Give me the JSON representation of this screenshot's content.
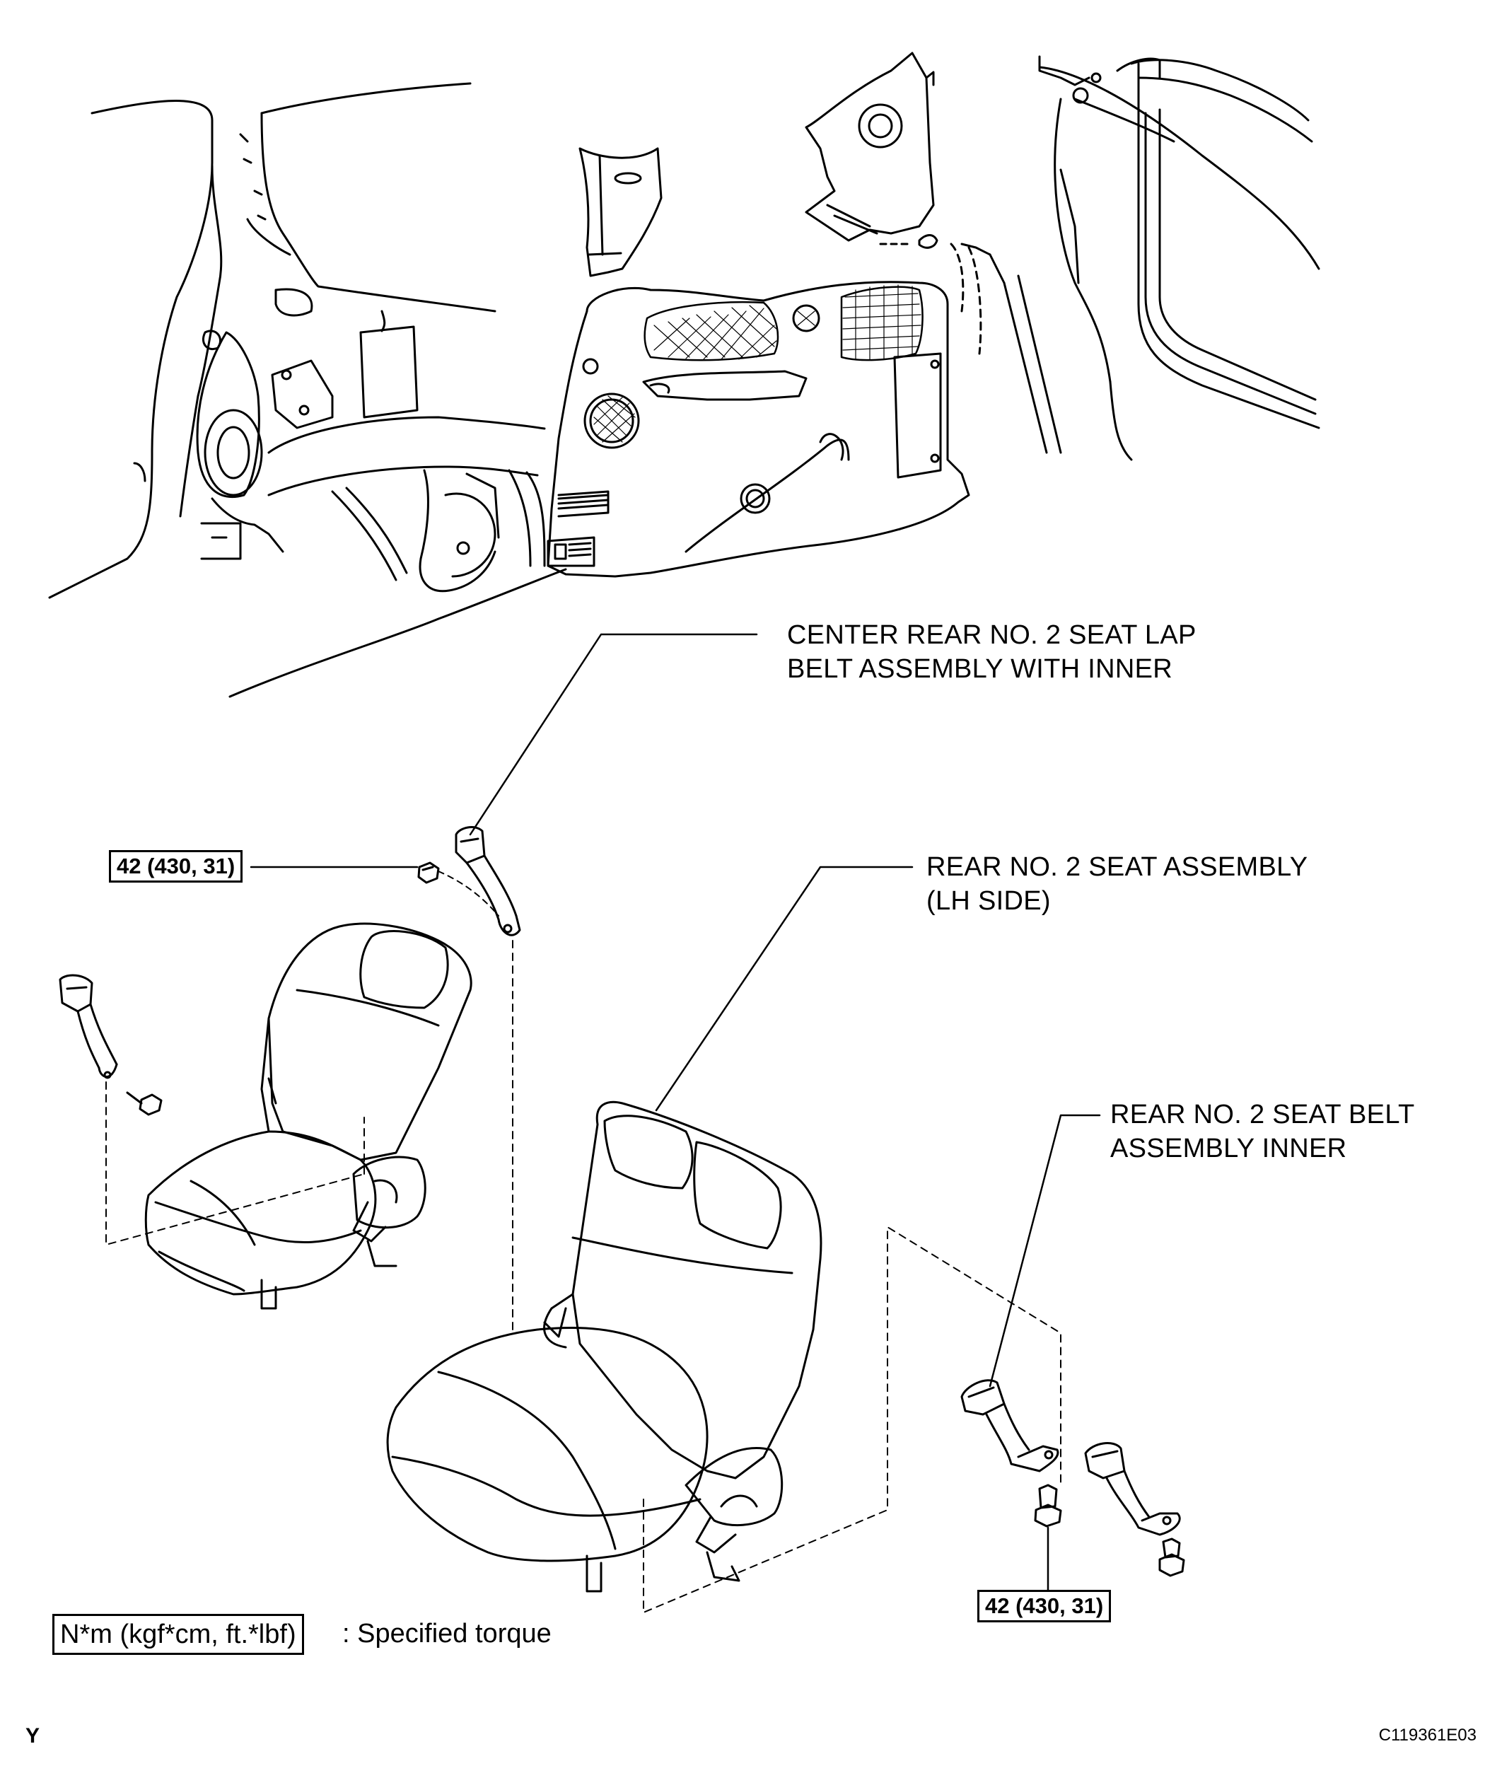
{
  "callouts": {
    "lap_belt_line1": "CENTER REAR NO. 2 SEAT LAP",
    "lap_belt_line2": "BELT ASSEMBLY WITH INNER",
    "seat_line1": "REAR NO. 2 SEAT ASSEMBLY",
    "seat_line2": "(LH SIDE)",
    "inner_belt_line1": "REAR NO. 2 SEAT BELT",
    "inner_belt_line2": "ASSEMBLY INNER"
  },
  "torque_specs": {
    "upper_bolt": "42 (430, 31)",
    "lower_bolt": "42 (430, 31)"
  },
  "legend": {
    "units_box": "N*m (kgf*cm, ft.*lbf)",
    "description": ": Specified torque"
  },
  "footer": {
    "section_mark": "Y",
    "figure_code": "C119361E03"
  }
}
